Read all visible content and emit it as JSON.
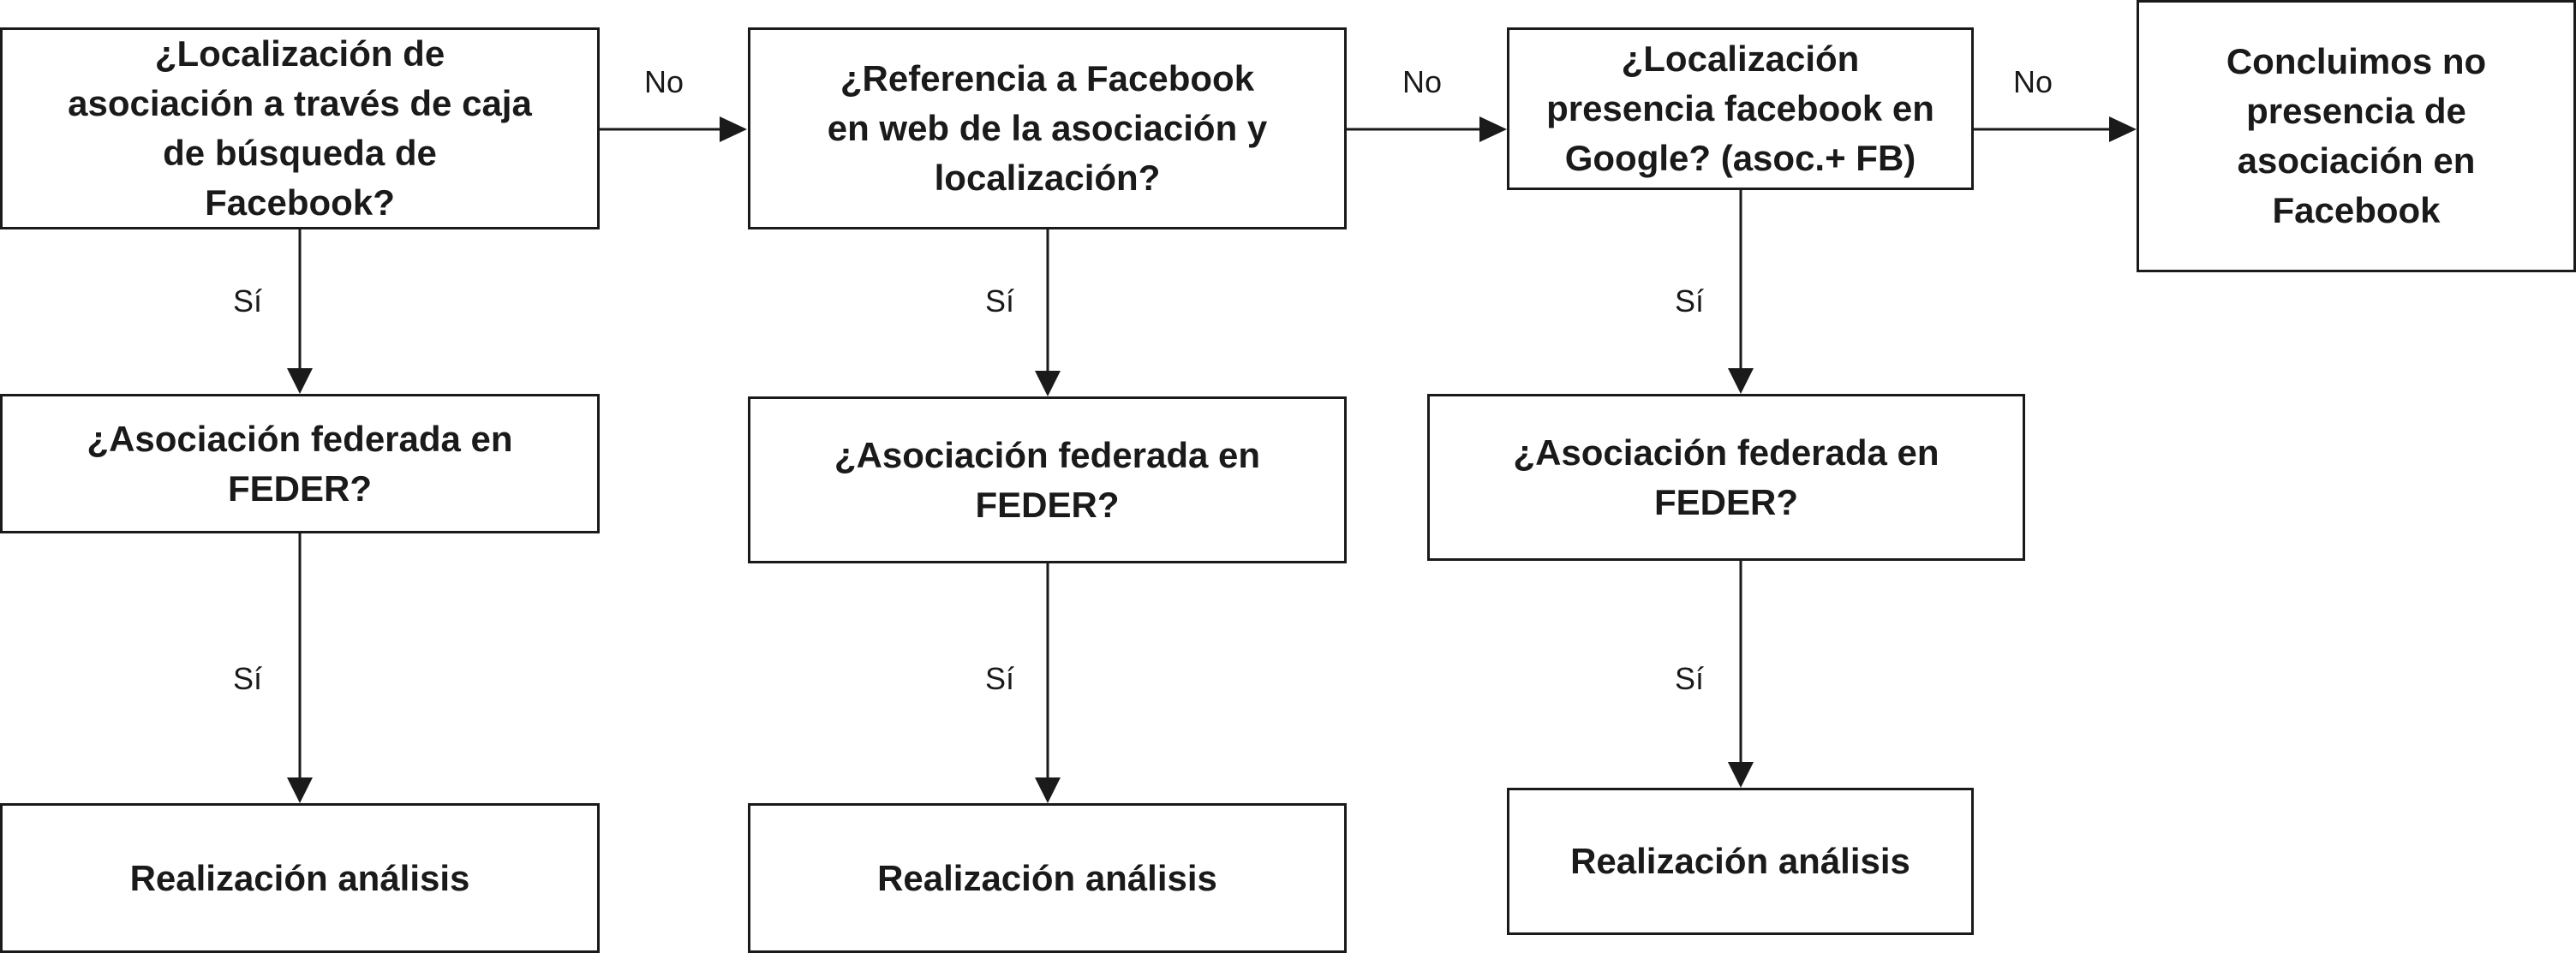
{
  "nodes": {
    "col1_q1": "¿Localización de\nasociación a través de caja\nde búsqueda de\nFacebook?",
    "col2_q1": "¿Referencia a Facebook\nen web de la asociación y\nlocalización?",
    "col3_q1": "¿Localización\npresencia facebook en\nGoogle? (asoc.+ FB)",
    "conclusion": "Concluimos no\npresencia de\nasociación en\nFacebook",
    "col1_q2": "¿Asociación federada en\nFEDER?",
    "col2_q2": "¿Asociación federada en\nFEDER?",
    "col3_q2": "¿Asociación federada en\nFEDER?",
    "col1_result": "Realización análisis",
    "col2_result": "Realización análisis",
    "col3_result": "Realización análisis"
  },
  "edge_labels": {
    "no_1": "No",
    "no_2": "No",
    "no_3": "No",
    "si_1a": "Sí",
    "si_1b": "Sí",
    "si_2a": "Sí",
    "si_2b": "Sí",
    "si_3a": "Sí",
    "si_3b": "Sí"
  }
}
